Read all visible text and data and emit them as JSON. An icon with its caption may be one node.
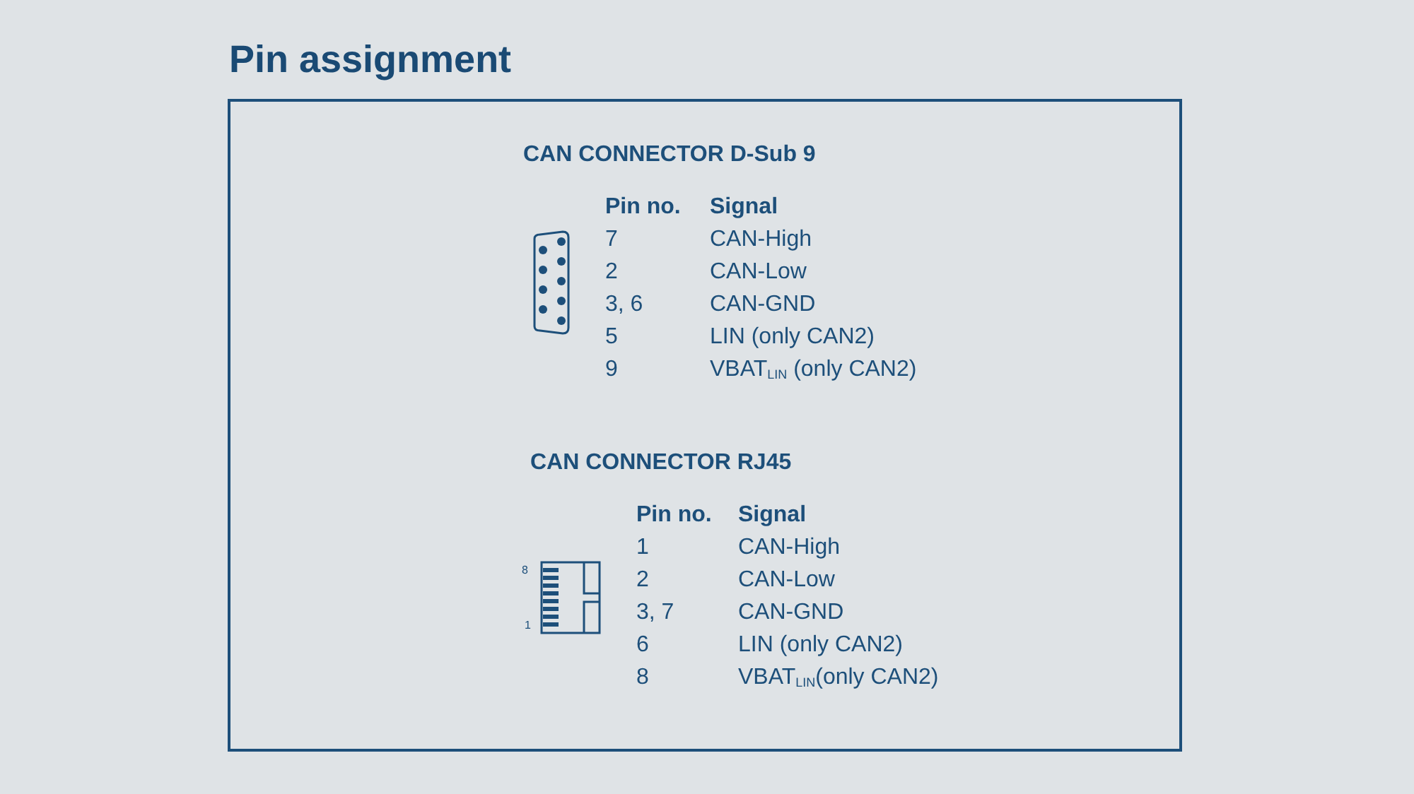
{
  "diagram": {
    "title": "Pin assignment",
    "labels": [
      "CAN CONNECTOR D-Sub 9",
      "Pin no.",
      "Signal",
      "7",
      "CAN-High",
      "2",
      "CAN-Low",
      "3, 6",
      "CAN-GND",
      "5",
      "LIN (only CAN2)",
      "9",
      "VBAT$_{LIN}$ (only CAN2)",
      "CAN CONNECTOR RJ45",
      "8",
      "1",
      "Pin no.",
      "Signal",
      "1",
      "CAN-High",
      "2",
      "CAN-Low",
      "3, 7",
      "CAN-GND",
      "6",
      "LIN (only CAN2)",
      "8",
      "VBAT$_{LIN}$(only CAN2)"
    ]
  }
}
